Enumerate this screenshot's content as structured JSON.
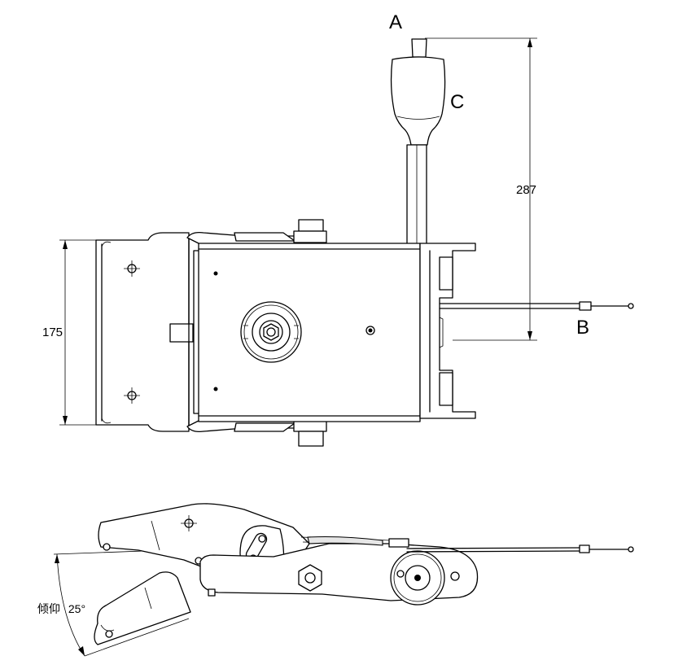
{
  "labels": {
    "a": "A",
    "b": "B",
    "c": "C"
  },
  "dimensions": {
    "height_total": "287",
    "width_base": "175"
  },
  "angle": {
    "text": "倾仰",
    "value": "25°"
  }
}
